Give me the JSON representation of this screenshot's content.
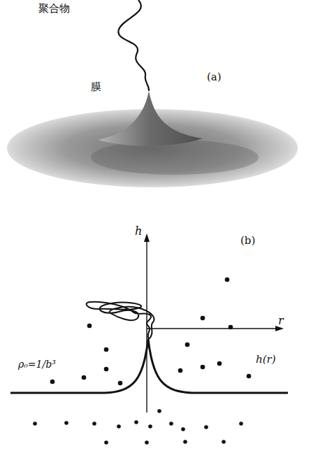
{
  "diagram": {
    "labels": [
      "聚合物",
      "膜",
      "(a)",
      "(b)",
      "h",
      "r",
      "ρ₀=1/b³",
      "h(r)"
    ]
  }
}
